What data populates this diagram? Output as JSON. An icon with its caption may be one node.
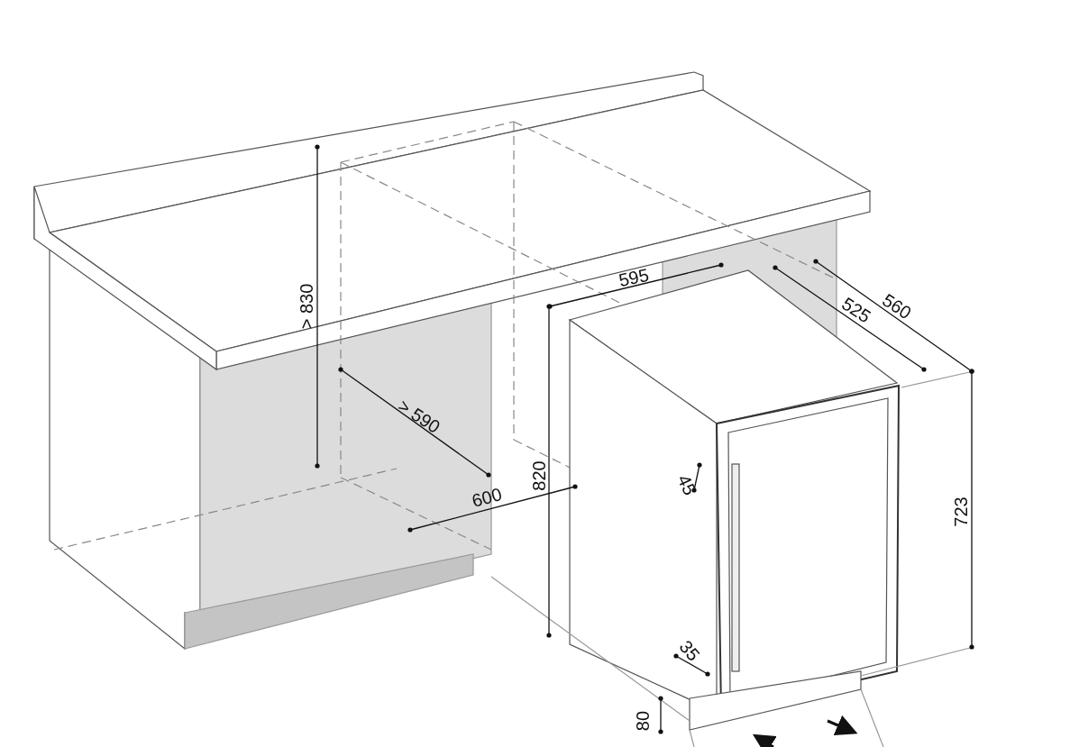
{
  "diagram": {
    "labels": [
      "> 830",
      "> 590",
      "600",
      "820",
      "595",
      "525",
      "560",
      "45",
      "723",
      "35",
      "80"
    ]
  }
}
